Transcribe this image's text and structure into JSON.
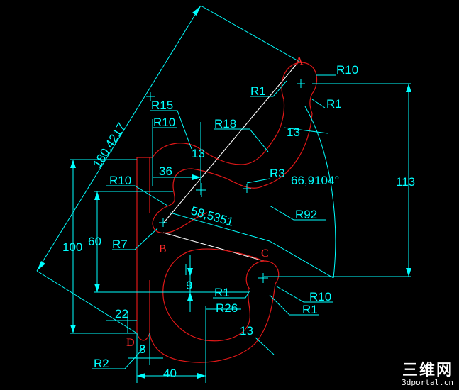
{
  "colors": {
    "background": "#000000",
    "dimension": "#00ffff",
    "contour": "#e01818",
    "construction": "#ffffff"
  },
  "points": {
    "a": "A",
    "b": "B",
    "c": "C",
    "d": "D"
  },
  "dims": {
    "overall_diag": "180,4217",
    "r15": "R15",
    "r10_top": "R10",
    "r18": "R18",
    "r1_top": "R1",
    "r10_tip": "R10",
    "r1_tip": "R1",
    "d13_top": "13",
    "d13_arc": "13",
    "d36": "36",
    "r10_mid": "R10",
    "r3": "R3",
    "angle": "66,9104°",
    "d113": "113",
    "d58": "58,5351",
    "r92": "R92",
    "r7": "R7",
    "d100": "100",
    "d60": "60",
    "d9": "9",
    "r1_low": "R1",
    "r10_low": "R10",
    "r1_low2": "R1",
    "r26": "R26",
    "d22": "22",
    "d13_bot": "13",
    "d8": "8",
    "r2": "R2",
    "d40": "40"
  },
  "watermark": {
    "logo": "三维网",
    "site": "3dportal.cn"
  }
}
